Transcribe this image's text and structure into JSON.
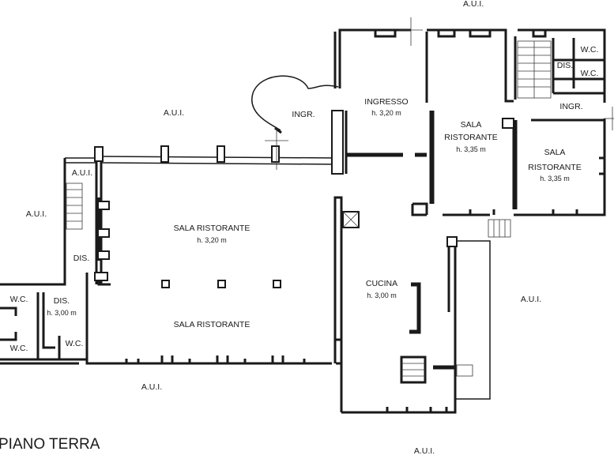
{
  "plan": {
    "title": "PIANO TERRA",
    "outside_label": "A.U.I.",
    "rooms": {
      "ingresso": {
        "name": "INGRESSO",
        "height": "h. 3,20 m"
      },
      "ingr_left": {
        "name": "INGR."
      },
      "ingr_right": {
        "name": "INGR."
      },
      "sala_ristorante_1": {
        "name_line1": "SALA",
        "name_line2": "RISTORANTE",
        "height": "h. 3,35 m"
      },
      "sala_ristorante_2": {
        "name_line1": "SALA",
        "name_line2": "RISTORANTE",
        "height": "h. 3,35 m"
      },
      "sala_ristorante_main": {
        "name": "SALA RISTORANTE",
        "height": "h. 3,20 m"
      },
      "sala_ristorante_lower": {
        "name": "SALA RISTORANTE"
      },
      "cucina": {
        "name": "CUCINA",
        "height": "h. 3,00 m"
      },
      "aui_small": {
        "name": "A.U.I."
      },
      "dis_left": {
        "name": "DIS."
      },
      "dis_lower": {
        "name": "DIS.",
        "height": "h. 3,00 m"
      },
      "dis_right": {
        "name": "DIS."
      },
      "wc_left_top": {
        "name": "W.C."
      },
      "wc_left_bottom": {
        "name": "W.C."
      },
      "wc_center": {
        "name": "W.C."
      },
      "wc_right_top": {
        "name": "W.C."
      },
      "wc_right_bottom": {
        "name": "W.C."
      }
    }
  }
}
